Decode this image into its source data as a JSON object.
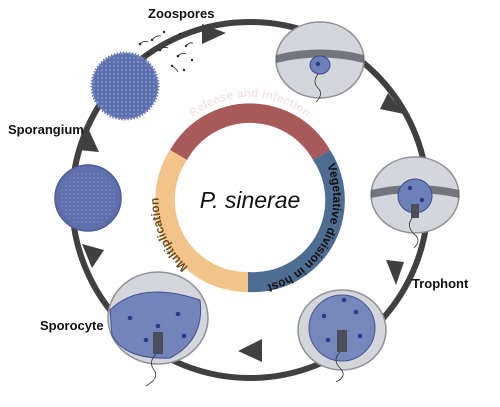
{
  "center": {
    "title": "P. sinerae"
  },
  "phases": [
    {
      "label": "Release and infection",
      "color": "#a85a5a",
      "text_color": "#f2e6e6"
    },
    {
      "label": "Vegetative division in host",
      "color": "#4f6d92",
      "text_color": "#111111"
    },
    {
      "label": "Multiplication",
      "color": "#f2c48a",
      "text_color": "#6b4a1a"
    }
  ],
  "stages": {
    "zoospores": "Zoospores",
    "trophont": "Trophont",
    "sporocyte": "Sporocyte",
    "sporangium": "Sporangium"
  },
  "colors": {
    "cycle_line": "#404040",
    "host_shell": "#d3d6da",
    "parasite": "#6d80b8",
    "nucleus": "#2c3a8c"
  }
}
